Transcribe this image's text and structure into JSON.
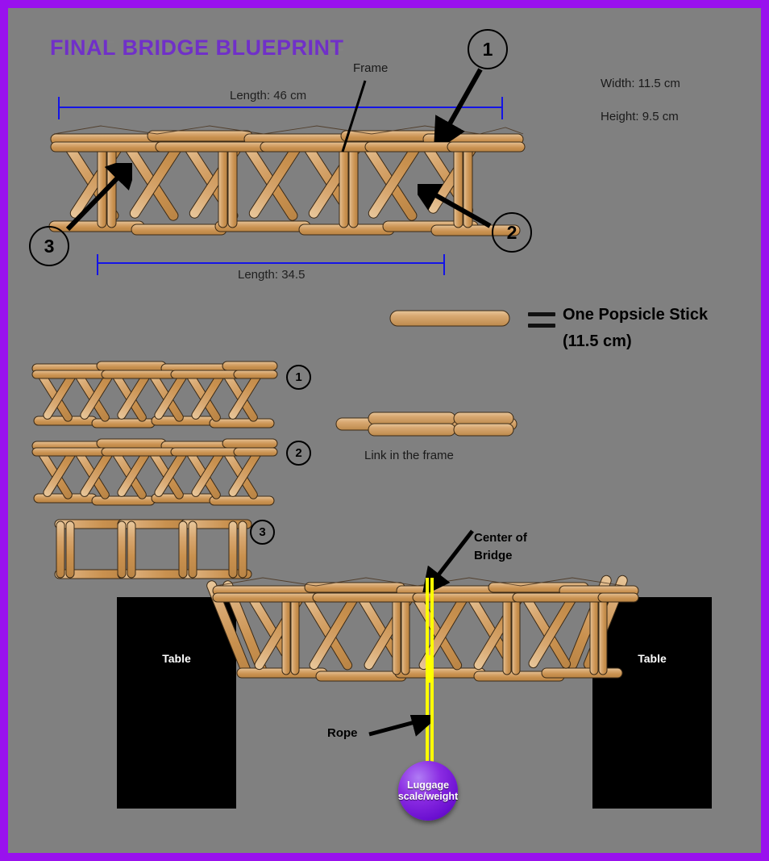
{
  "document": {
    "title": "FINAL BRIDGE BLUEPRINT",
    "background_color": "#808080",
    "border_color": "#9911ee",
    "wood_color": "#d4a06a",
    "dimension_line_color": "#1414e6",
    "rope_color": "#ffff00"
  },
  "specs": {
    "width": "Width: 11.5 cm",
    "height": "Height: 9.5 cm"
  },
  "main_view": {
    "length_top": "Length: 46 cm",
    "length_bottom": "Length: 34.5",
    "frame_label": "Frame",
    "callouts": [
      {
        "number": "1"
      },
      {
        "number": "2"
      },
      {
        "number": "3"
      }
    ]
  },
  "legend": {
    "stick_text_line1": "One Popsicle Stick",
    "stick_text_line2": "(11.5 cm)",
    "link_label": "Link in the frame"
  },
  "components": [
    {
      "number": "1"
    },
    {
      "number": "2"
    },
    {
      "number": "3"
    }
  ],
  "test_setup": {
    "center_label_line1": "Center of",
    "center_label_line2": "Bridge",
    "rope_label": "Rope",
    "weight_label_line1": "Luggage",
    "weight_label_line2": "scale/weight",
    "table_left_label": "Table",
    "table_right_label": "Table"
  }
}
